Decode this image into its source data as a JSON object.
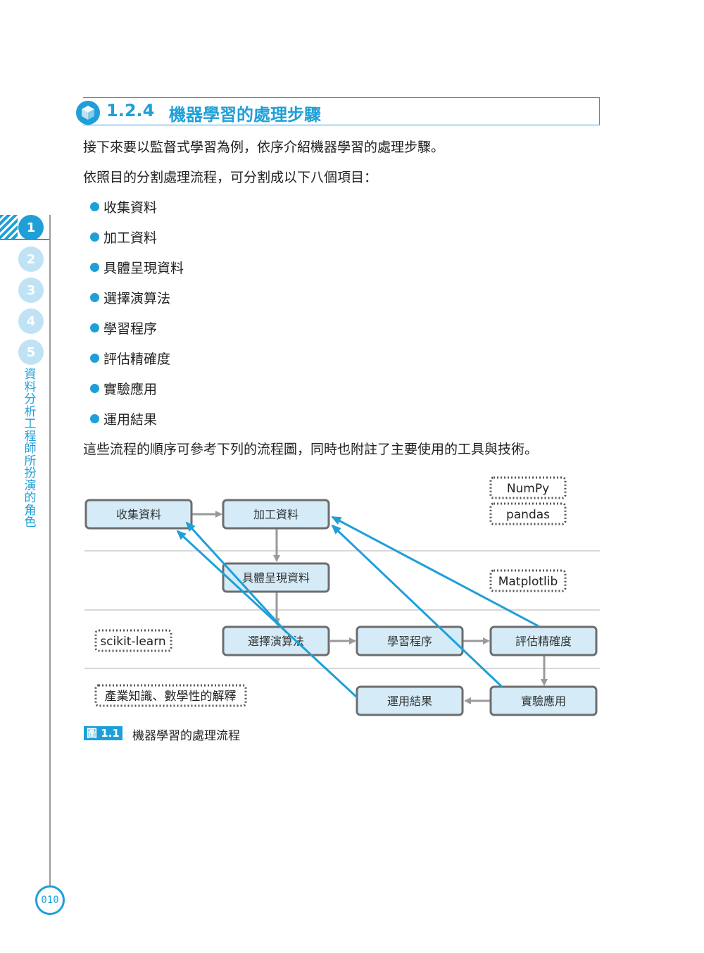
{
  "section": {
    "number": "1.2.4",
    "title": "機器學習的處理步驟"
  },
  "paragraphs": {
    "intro": "接下來要以監督式學習為例，依序介紹機器學習的處理步驟。",
    "division": "依照目的分割處理流程，可分割成以下八個項目：",
    "reference": "這些流程的順序可參考下列的流程圖，同時也附註了主要使用的工具與技術。"
  },
  "bullets": [
    "收集資料",
    "加工資料",
    "具體呈現資料",
    "選擇演算法",
    "學習程序",
    "評估精確度",
    "實驗應用",
    "運用結果"
  ],
  "chapter_nav": {
    "chapters": [
      "1",
      "2",
      "3",
      "4",
      "5"
    ],
    "active": "1",
    "title": "資料分析工程師所扮演的角色"
  },
  "page_number": "010",
  "diagram": {
    "nodes": {
      "collect": "收集資料",
      "process": "加工資料",
      "visualize": "具體呈現資料",
      "select": "選擇演算法",
      "learn": "學習程序",
      "evaluate": "評估精確度",
      "apply": "運用結果",
      "experiment": "實驗應用"
    },
    "tools": {
      "numpy": "NumPy",
      "pandas": "pandas",
      "matplotlib": "Matplotlib",
      "sklearn": "scikit-learn",
      "domain": "產業知識、數學性的解釋"
    }
  },
  "figure": {
    "label": "圖 1.1",
    "caption": "機器學習的處理流程"
  },
  "colors": {
    "accent": "#1f9fd8",
    "node_fill": "#d5ecf8",
    "node_border": "#6d6d6d",
    "arrow_gray": "#9a9a9a"
  }
}
